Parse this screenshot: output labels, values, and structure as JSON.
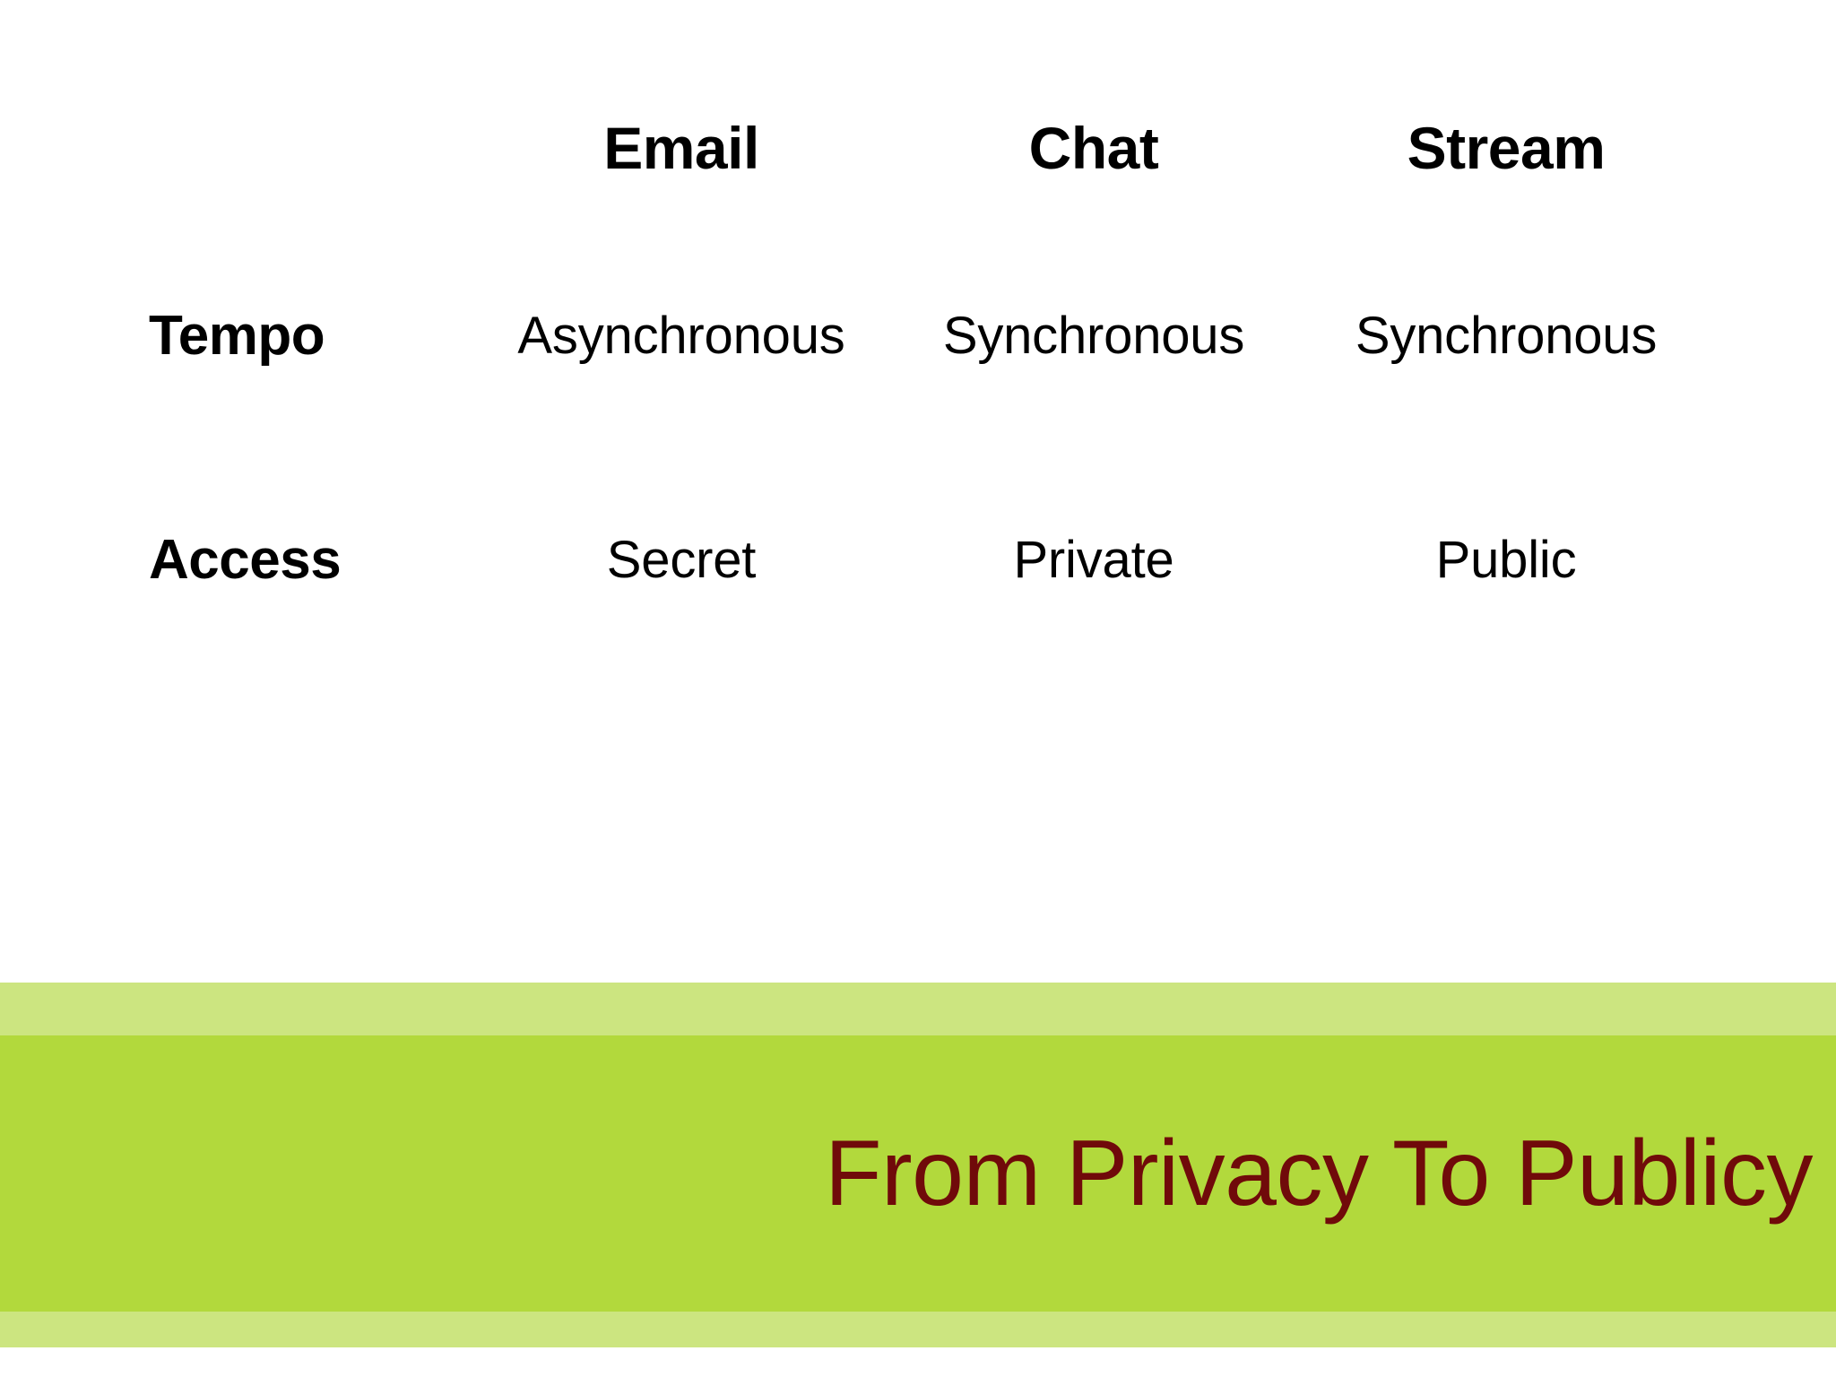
{
  "slide": {
    "background_color": "#ffffff",
    "matrix": {
      "corner_label": "",
      "column_headers": [
        "Email",
        "Chat",
        "Stream"
      ],
      "rows": [
        {
          "label": "Tempo",
          "values": [
            "Asynchronous",
            "Synchronous",
            "Synchronous"
          ]
        },
        {
          "label": "Access",
          "values": [
            "Secret",
            "Private",
            "Public"
          ]
        }
      ]
    },
    "banner": {
      "title": "From Privacy To Publicy",
      "title_color": "#700a0a",
      "main_color": "#b2d93c",
      "stripe_color": "#cce580"
    }
  }
}
